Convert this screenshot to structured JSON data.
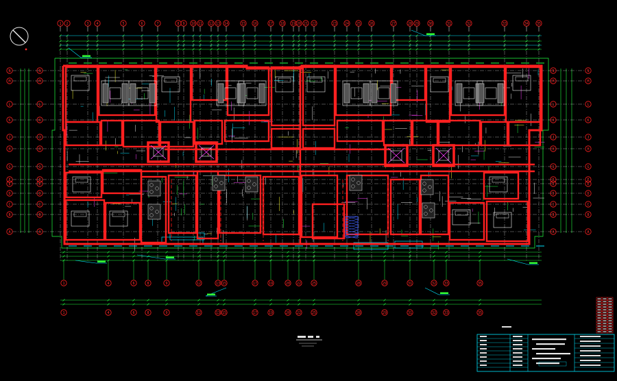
{
  "drawing": {
    "background": "#000000",
    "colors": {
      "wall": "#ff2020",
      "axis": "#ffffff",
      "dimension": "#20ff40",
      "annotation": "#00e5ff",
      "detail": "#f0f0f0",
      "hatch": "#ff40ff",
      "accent_green": "#33ff33",
      "accent_yellow": "#ffff33",
      "accent_blue": "#4060ff"
    },
    "north_arrow_icon": "north-arrow-icon",
    "column_axes": [
      "1",
      "2",
      "3",
      "4",
      "5",
      "6",
      "7",
      "8",
      "9",
      "10",
      "11",
      "12",
      "13",
      "14",
      "15",
      "16",
      "17",
      "18",
      "19",
      "20",
      "21",
      "22",
      "23",
      "24",
      "25",
      "26",
      "27",
      "28",
      "29",
      "30",
      "31",
      "32",
      "33",
      "34",
      "35"
    ],
    "row_axes": [
      "N",
      "M",
      "L",
      "K",
      "J",
      "H",
      "G",
      "F",
      "E",
      "D",
      "C",
      "B",
      "A"
    ],
    "bottom_axes": [
      "1",
      "4",
      "6",
      "8",
      "9",
      "12",
      "13",
      "15",
      "17",
      "19",
      "20",
      "22",
      "25",
      "28",
      "29",
      "31",
      "32",
      "33",
      "35"
    ]
  }
}
